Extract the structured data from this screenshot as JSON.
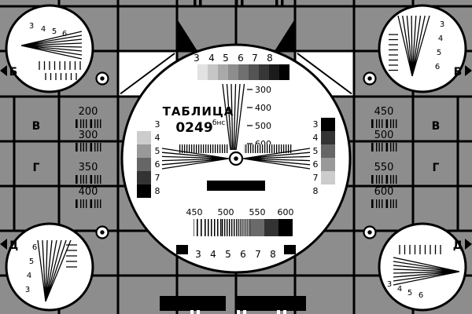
{
  "card": {
    "title": "ТАБЛИЦА",
    "code": "0249",
    "code_suffix": "бнс"
  },
  "colors": {
    "background": "#8d8d8d",
    "grid_line": "#000000",
    "panel_white": "#ffffff"
  },
  "side_labels": {
    "left": [
      "Б",
      "В",
      "Г",
      "Д"
    ],
    "right": [
      "Б",
      "В",
      "Г",
      "Д"
    ]
  },
  "left_column_values": [
    "200",
    "300",
    "350",
    "400"
  ],
  "right_column_values": [
    "450",
    "500",
    "550",
    "600"
  ],
  "center_circle": {
    "top_scale": [
      "3",
      "4",
      "5",
      "6",
      "7",
      "8"
    ],
    "bottom_scale": [
      "3",
      "4",
      "5",
      "6",
      "7",
      "8"
    ],
    "left_scale": [
      "3",
      "4",
      "5",
      "6",
      "7",
      "8"
    ],
    "right_scale": [
      "3",
      "4",
      "5",
      "6",
      "7",
      "8"
    ],
    "wedge_labels": [
      "300",
      "400",
      "500",
      "600"
    ],
    "burst_labels": [
      "450",
      "500",
      "550",
      "600"
    ],
    "grayscale_top": [
      "#ffffff",
      "#e2e2e2",
      "#c6c6c6",
      "#a9a9a9",
      "#8d8d8d",
      "#707070",
      "#545454",
      "#373737",
      "#1b1b1b",
      "#000000"
    ],
    "grayscale_left": [
      "#ffffff",
      "#cccccc",
      "#999999",
      "#666666",
      "#333333",
      "#000000"
    ],
    "grayscale_right": [
      "#000000",
      "#333333",
      "#666666",
      "#999999",
      "#cccccc",
      "#ffffff"
    ]
  },
  "corner_circles": {
    "top_left": [
      "3",
      "4",
      "5",
      "6"
    ],
    "top_right": [
      "3",
      "4",
      "5",
      "6"
    ],
    "bottom_left": [
      "6",
      "5",
      "4",
      "3"
    ],
    "bottom_right": [
      "3",
      "4",
      "5",
      "6"
    ]
  }
}
